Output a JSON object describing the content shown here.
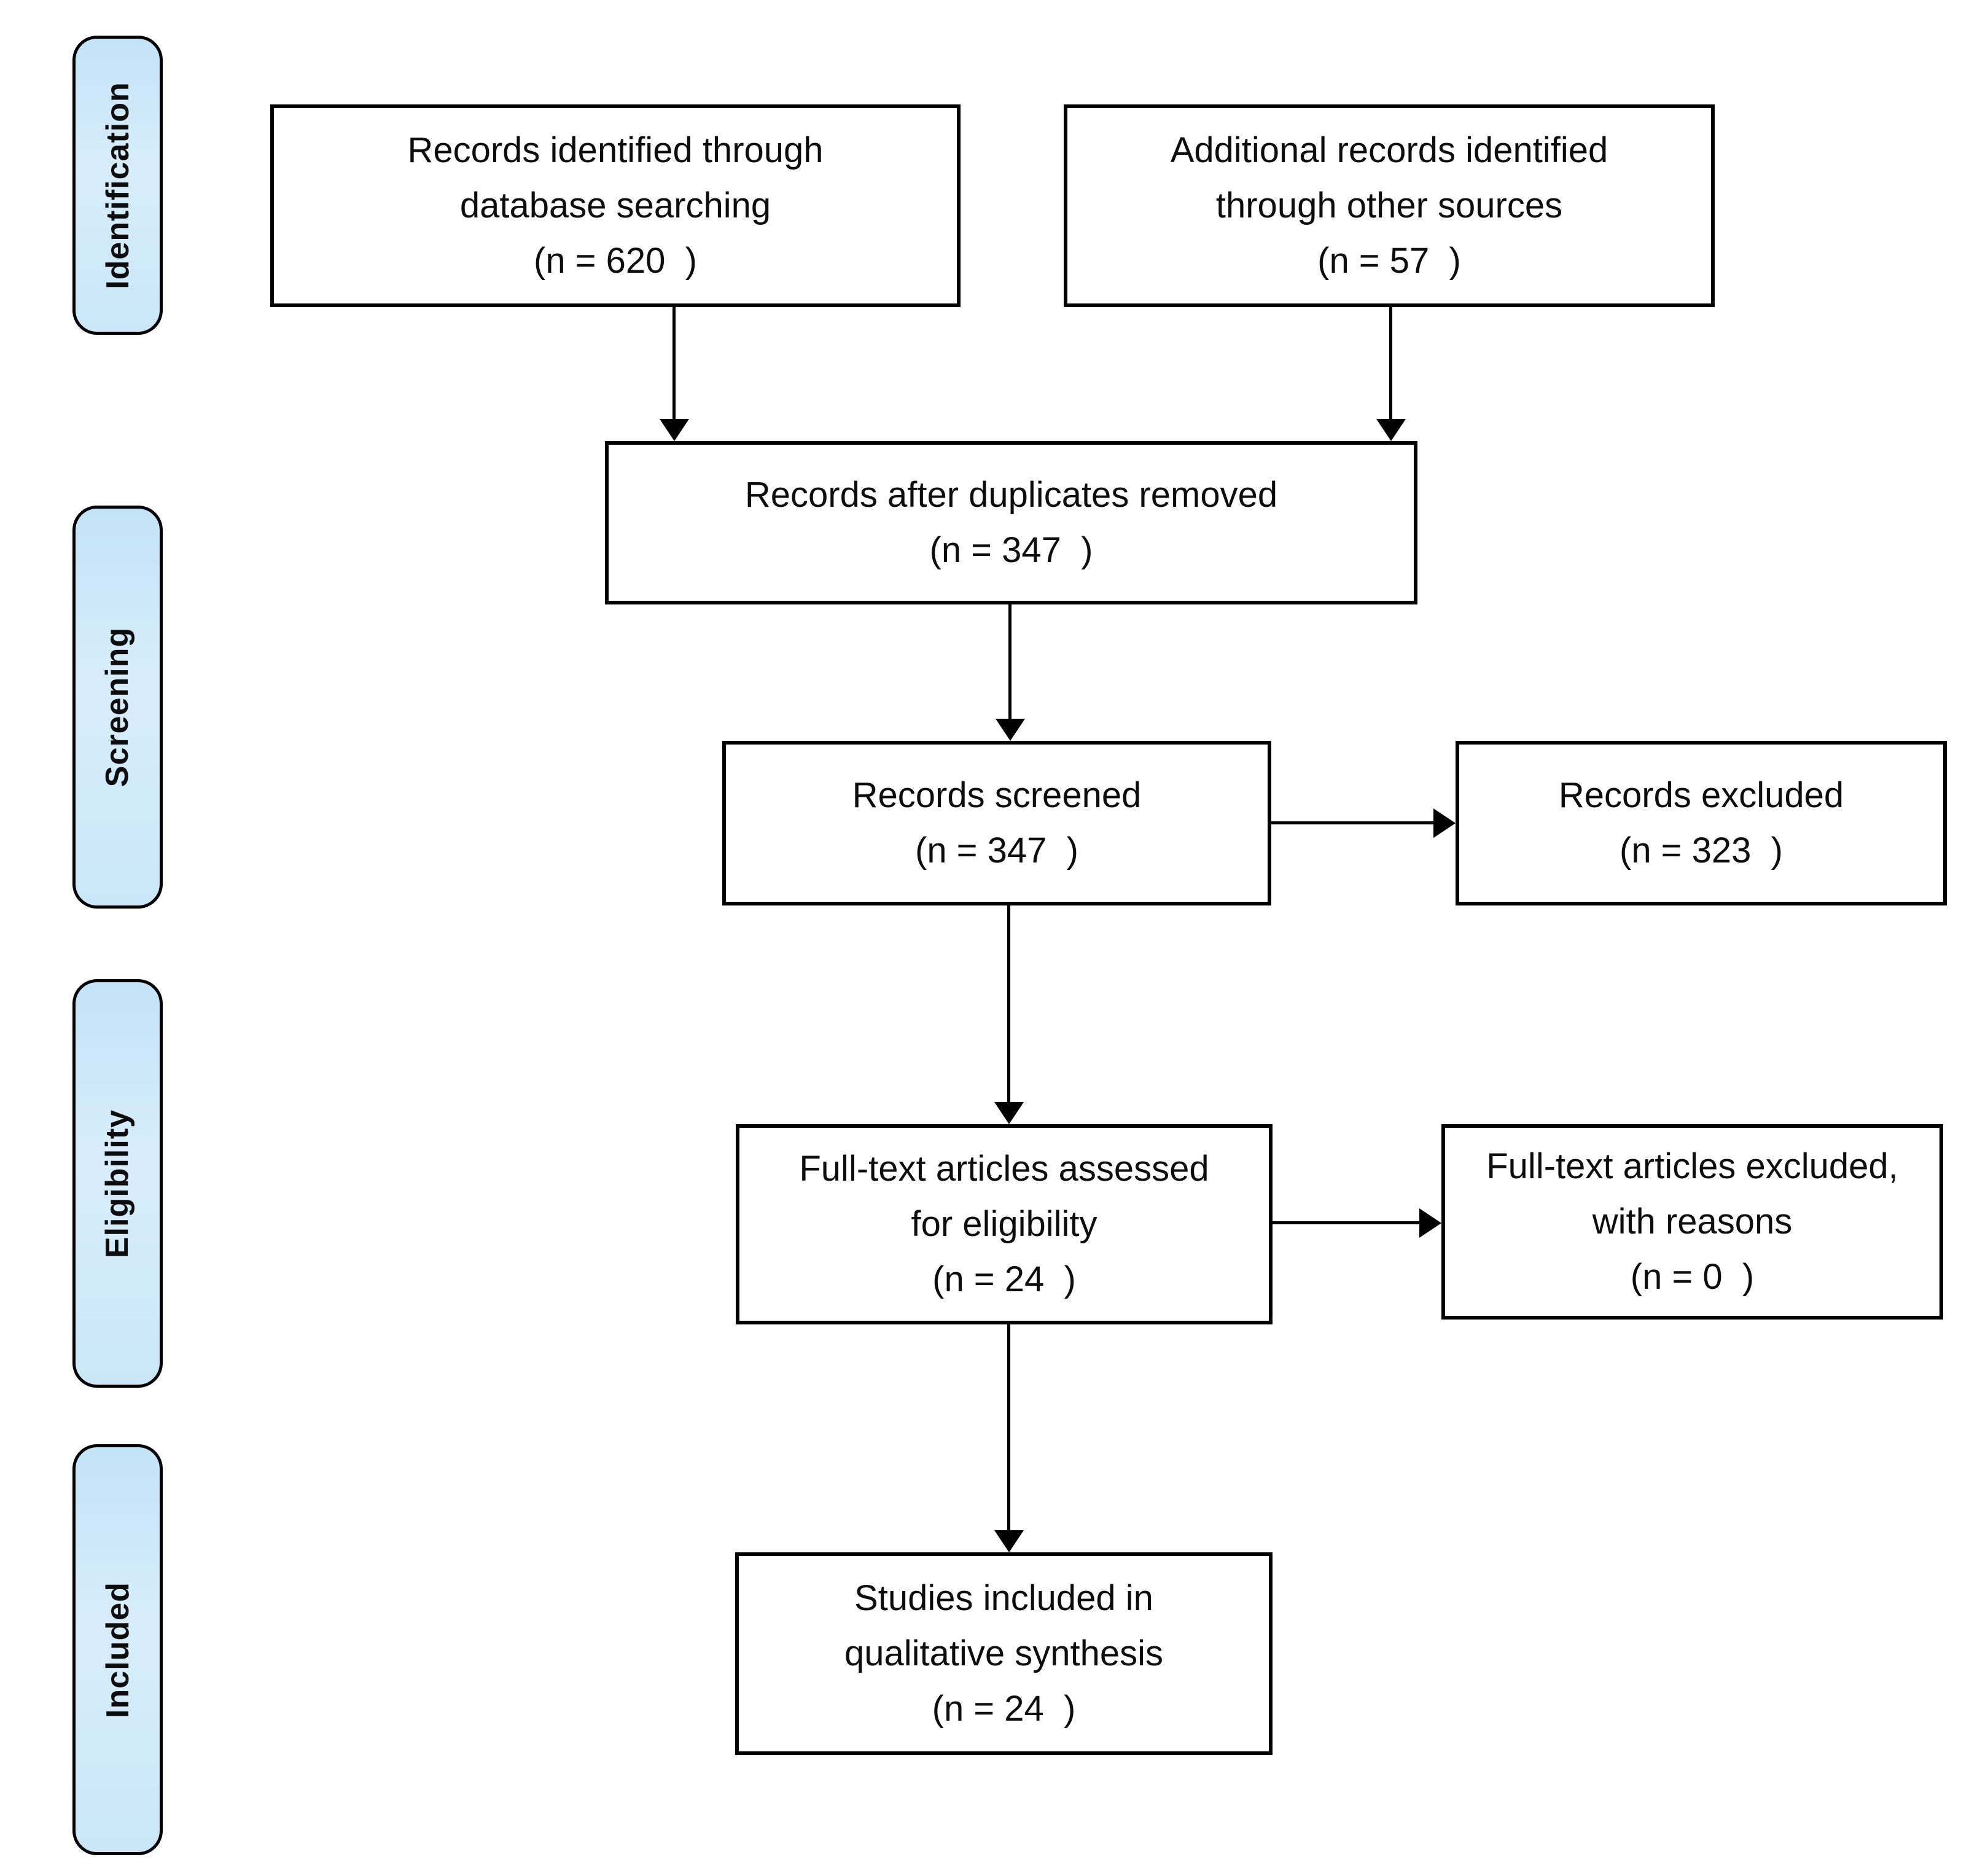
{
  "diagram": {
    "colors": {
      "stage_fill": "#cde8f8",
      "stage_border": "#000000",
      "node_fill": "#ffffff",
      "node_border": "#000000",
      "text": "#0d0d0d"
    },
    "stages": [
      {
        "label": "Identification"
      },
      {
        "label": "Screening"
      },
      {
        "label": "Eligibility"
      },
      {
        "label": "Included"
      }
    ],
    "nodes": {
      "identified_db": {
        "lines": [
          "Records identified through",
          "database searching"
        ],
        "n": "(n = 620  )"
      },
      "identified_other": {
        "lines": [
          "Additional records identified",
          "through other sources"
        ],
        "n": "(n = 57  )"
      },
      "after_duplicates": {
        "lines": [
          "Records after duplicates removed"
        ],
        "n": "(n = 347  )"
      },
      "screened": {
        "lines": [
          "Records screened"
        ],
        "n": "(n = 347  )"
      },
      "records_excluded": {
        "lines": [
          "Records excluded"
        ],
        "n": "(n = 323  )"
      },
      "fulltext_assessed": {
        "lines": [
          "Full-text articles assessed",
          "for eligibility"
        ],
        "n": "(n = 24  )"
      },
      "fulltext_excluded": {
        "lines": [
          "Full-text articles excluded,",
          "with reasons"
        ],
        "n": "(n = 0  )"
      },
      "included_qualitative": {
        "lines": [
          "Studies included in",
          "qualitative synthesis"
        ],
        "n": "(n = 24  )"
      }
    }
  }
}
